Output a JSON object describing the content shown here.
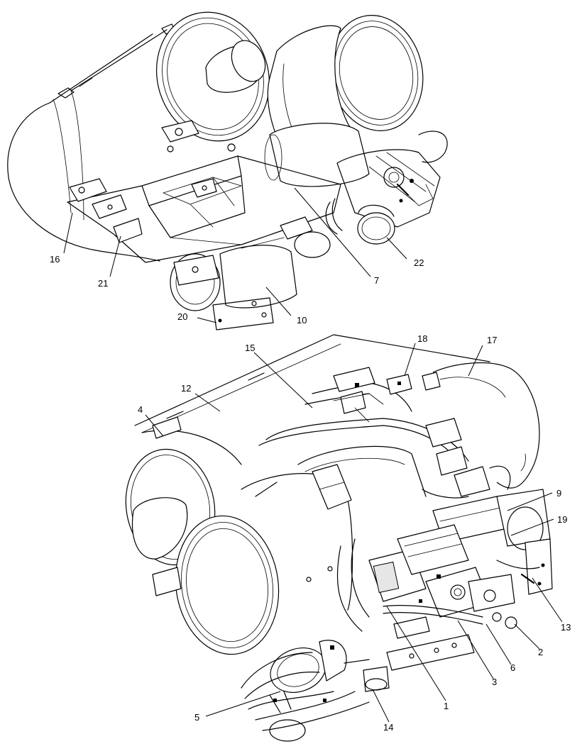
{
  "callouts": {
    "c1": "1",
    "c2": "2",
    "c3": "3",
    "c4": "4",
    "c5": "5",
    "c6": "6",
    "c7": "7",
    "c9": "9",
    "c10": "10",
    "c12": "12",
    "c13": "13",
    "c14": "14",
    "c15": "15",
    "c16": "16",
    "c17": "17",
    "c18": "18",
    "c19": "19",
    "c20": "20",
    "c21": "21",
    "c22": "22"
  }
}
